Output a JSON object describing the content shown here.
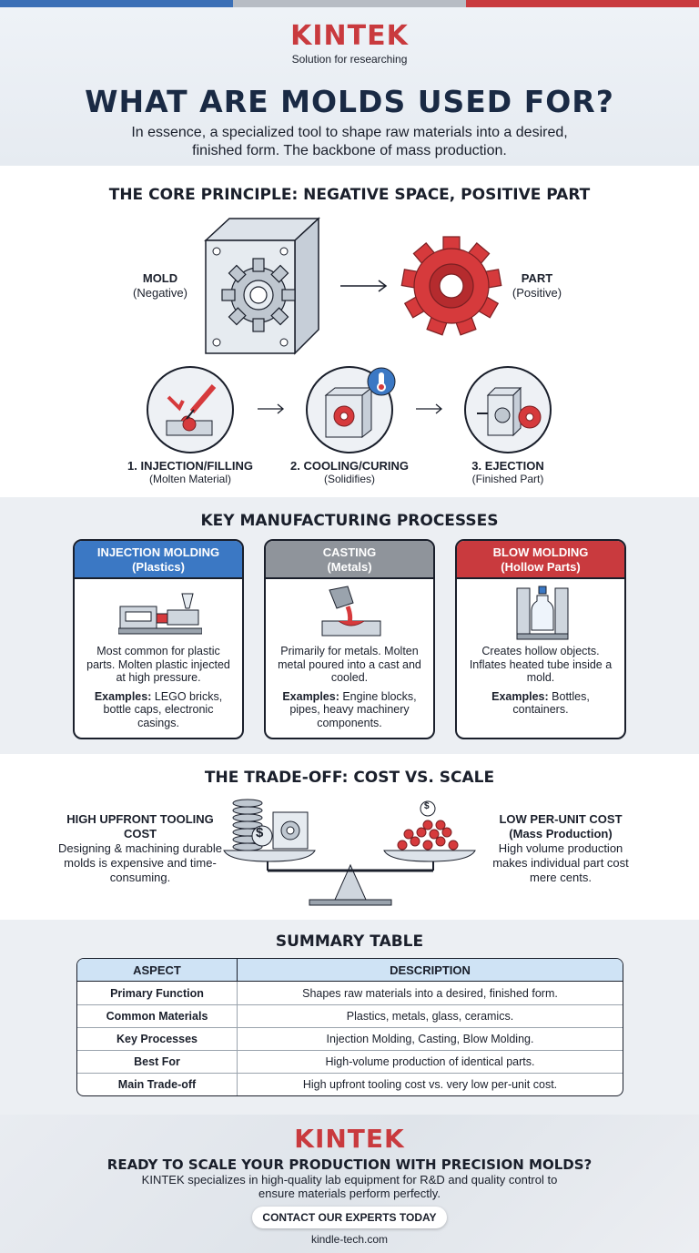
{
  "brand": {
    "logo_text": "KINTEK",
    "tagline": "Solution for researching",
    "colors": {
      "blue": "#3b6fb6",
      "gray": "#8f949b",
      "red": "#c93a3e",
      "navy": "#1a2a44"
    }
  },
  "header": {
    "title": "WHAT ARE MOLDS USED FOR?",
    "subtitle": "In essence, a specialized tool to shape raw materials into a desired, finished form. The backbone of mass production."
  },
  "core": {
    "title": "THE CORE PRINCIPLE: NEGATIVE SPACE, POSITIVE PART",
    "mold_label": "MOLD",
    "mold_sub": "(Negative)",
    "part_label": "PART",
    "part_sub": "(Positive)",
    "steps": [
      {
        "title": "1. INJECTION/FILLING",
        "sub": "(Molten Material)",
        "icon": "syringe-icon"
      },
      {
        "title": "2. COOLING/CURING",
        "sub": "(Solidifies)",
        "icon": "thermometer-icon"
      },
      {
        "title": "3. EJECTION",
        "sub": "(Finished Part)",
        "icon": "eject-icon"
      }
    ]
  },
  "processes": {
    "title": "KEY MANUFACTURING PROCESSES",
    "cards": [
      {
        "name": "INJECTION MOLDING",
        "sub": "(Plastics)",
        "color": "#3b78c4",
        "desc": "Most common for plastic parts. Molten plastic injected at high pressure.",
        "ex_label": "Examples:",
        "ex_text": "LEGO bricks, bottle caps, electronic casings.",
        "icon": "injection-machine-icon"
      },
      {
        "name": "CASTING",
        "sub": "(Metals)",
        "color": "#8f949b",
        "desc": "Primarily for metals. Molten metal poured into a cast and cooled.",
        "ex_label": "Examples:",
        "ex_text": "Engine blocks, pipes, heavy machinery components.",
        "icon": "ladle-icon"
      },
      {
        "name": "BLOW MOLDING",
        "sub": "(Hollow Parts)",
        "color": "#c93a3e",
        "desc": "Creates hollow objects. Inflates heated tube inside a mold.",
        "ex_label": "Examples:",
        "ex_text": "Bottles, containers.",
        "icon": "bottle-icon"
      }
    ]
  },
  "tradeoff": {
    "title": "THE TRADE-OFF: COST VS. SCALE",
    "left_title": "HIGH UPFRONT TOOLING COST",
    "left_text": "Designing & machining durable molds is expensive and time-consuming.",
    "right_title": "LOW PER-UNIT COST",
    "right_sub": "(Mass Production)",
    "right_text": "High volume production makes individual part cost mere cents."
  },
  "summary": {
    "title": "SUMMARY TABLE",
    "headers": [
      "ASPECT",
      "DESCRIPTION"
    ],
    "rows": [
      {
        "aspect": "Primary Function",
        "desc": "Shapes raw materials into a desired, finished form."
      },
      {
        "aspect": "Common Materials",
        "desc": "Plastics, metals, glass, ceramics."
      },
      {
        "aspect": "Key Processes",
        "desc": "Injection Molding, Casting, Blow Molding."
      },
      {
        "aspect": "Best For",
        "desc": "High-volume production of identical parts."
      },
      {
        "aspect": "Main Trade-off",
        "desc": "High upfront tooling cost vs. very low per-unit cost."
      }
    ]
  },
  "footer": {
    "logo_text": "KINTEK",
    "cta_title": "READY TO SCALE YOUR PRODUCTION WITH PRECISION MOLDS?",
    "cta_text": "KINTEK specializes in high-quality lab equipment for R&D and quality control to ensure materials perform perfectly.",
    "button": "CONTACT OUR EXPERTS TODAY",
    "url": "kindle-tech.com"
  }
}
